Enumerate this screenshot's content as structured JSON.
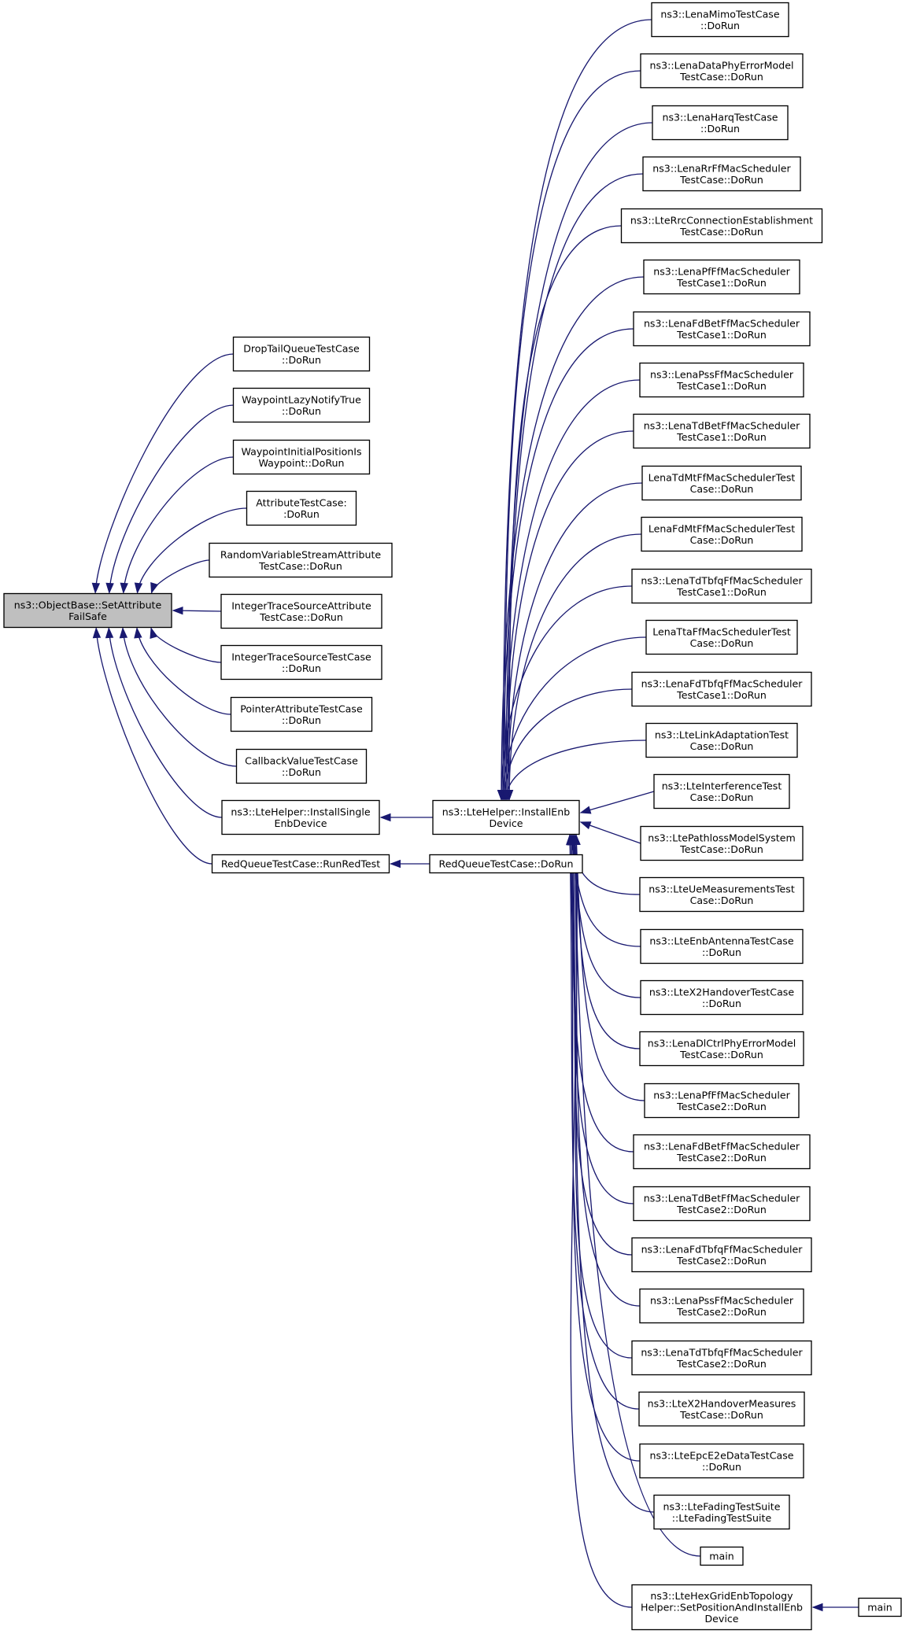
{
  "graph": {
    "nodes": [
      {
        "id": "root",
        "lines": [
          "ns3::ObjectBase::SetAttribute",
          "FailSafe"
        ],
        "highlight": true
      },
      {
        "id": "droptail",
        "lines": [
          "DropTailQueueTestCase",
          "::DoRun"
        ]
      },
      {
        "id": "waypointlazy",
        "lines": [
          "WaypointLazyNotifyTrue",
          "::DoRun"
        ]
      },
      {
        "id": "waypointinit",
        "lines": [
          "WaypointInitialPositionIs",
          "Waypoint::DoRun"
        ]
      },
      {
        "id": "attributetc",
        "lines": [
          "AttributeTestCase:",
          ":DoRun"
        ]
      },
      {
        "id": "randomvar",
        "lines": [
          "RandomVariableStreamAttribute",
          "TestCase::DoRun"
        ]
      },
      {
        "id": "inttraceattr",
        "lines": [
          "IntegerTraceSourceAttribute",
          "TestCase::DoRun"
        ]
      },
      {
        "id": "inttrace",
        "lines": [
          "IntegerTraceSourceTestCase",
          "::DoRun"
        ]
      },
      {
        "id": "pointerattr",
        "lines": [
          "PointerAttributeTestCase",
          "::DoRun"
        ]
      },
      {
        "id": "callbackvalue",
        "lines": [
          "CallbackValueTestCase",
          "::DoRun"
        ]
      },
      {
        "id": "installsingle",
        "lines": [
          "ns3::LteHelper::InstallSingle",
          "EnbDevice"
        ]
      },
      {
        "id": "runred",
        "lines": [
          "RedQueueTestCase::RunRedTest"
        ]
      },
      {
        "id": "installenb",
        "lines": [
          "ns3::LteHelper::InstallEnb",
          "Device"
        ]
      },
      {
        "id": "reddorun",
        "lines": [
          "RedQueueTestCase::DoRun"
        ]
      },
      {
        "id": "c1",
        "lines": [
          "ns3::LenaMimoTestCase",
          "::DoRun"
        ]
      },
      {
        "id": "c2",
        "lines": [
          "ns3::LenaDataPhyErrorModel",
          "TestCase::DoRun"
        ]
      },
      {
        "id": "c3",
        "lines": [
          "ns3::LenaHarqTestCase",
          "::DoRun"
        ]
      },
      {
        "id": "c4",
        "lines": [
          "ns3::LenaRrFfMacScheduler",
          "TestCase::DoRun"
        ]
      },
      {
        "id": "c5",
        "lines": [
          "ns3::LteRrcConnectionEstablishment",
          "TestCase::DoRun"
        ]
      },
      {
        "id": "c6",
        "lines": [
          "ns3::LenaPfFfMacScheduler",
          "TestCase1::DoRun"
        ]
      },
      {
        "id": "c7",
        "lines": [
          "ns3::LenaFdBetFfMacScheduler",
          "TestCase1::DoRun"
        ]
      },
      {
        "id": "c8",
        "lines": [
          "ns3::LenaPssFfMacScheduler",
          "TestCase1::DoRun"
        ]
      },
      {
        "id": "c9",
        "lines": [
          "ns3::LenaTdBetFfMacScheduler",
          "TestCase1::DoRun"
        ]
      },
      {
        "id": "c10",
        "lines": [
          "LenaTdMtFfMacSchedulerTest",
          "Case::DoRun"
        ]
      },
      {
        "id": "c11",
        "lines": [
          "LenaFdMtFfMacSchedulerTest",
          "Case::DoRun"
        ]
      },
      {
        "id": "c12",
        "lines": [
          "ns3::LenaTdTbfqFfMacScheduler",
          "TestCase1::DoRun"
        ]
      },
      {
        "id": "c13",
        "lines": [
          "LenaTtaFfMacSchedulerTest",
          "Case::DoRun"
        ]
      },
      {
        "id": "c14",
        "lines": [
          "ns3::LenaFdTbfqFfMacScheduler",
          "TestCase1::DoRun"
        ]
      },
      {
        "id": "c15",
        "lines": [
          "ns3::LteLinkAdaptationTest",
          "Case::DoRun"
        ]
      },
      {
        "id": "c16",
        "lines": [
          "ns3::LteInterferenceTest",
          "Case::DoRun"
        ]
      },
      {
        "id": "c17",
        "lines": [
          "ns3::LtePathlossModelSystem",
          "TestCase::DoRun"
        ]
      },
      {
        "id": "c18",
        "lines": [
          "ns3::LteUeMeasurementsTest",
          "Case::DoRun"
        ]
      },
      {
        "id": "c19",
        "lines": [
          "ns3::LteEnbAntennaTestCase",
          "::DoRun"
        ]
      },
      {
        "id": "c20",
        "lines": [
          "ns3::LteX2HandoverTestCase",
          "::DoRun"
        ]
      },
      {
        "id": "c21",
        "lines": [
          "ns3::LenaDlCtrlPhyErrorModel",
          "TestCase::DoRun"
        ]
      },
      {
        "id": "c22",
        "lines": [
          "ns3::LenaPfFfMacScheduler",
          "TestCase2::DoRun"
        ]
      },
      {
        "id": "c23",
        "lines": [
          "ns3::LenaFdBetFfMacScheduler",
          "TestCase2::DoRun"
        ]
      },
      {
        "id": "c24",
        "lines": [
          "ns3::LenaTdBetFfMacScheduler",
          "TestCase2::DoRun"
        ]
      },
      {
        "id": "c25",
        "lines": [
          "ns3::LenaFdTbfqFfMacScheduler",
          "TestCase2::DoRun"
        ]
      },
      {
        "id": "c26",
        "lines": [
          "ns3::LenaPssFfMacScheduler",
          "TestCase2::DoRun"
        ]
      },
      {
        "id": "c27",
        "lines": [
          "ns3::LenaTdTbfqFfMacScheduler",
          "TestCase2::DoRun"
        ]
      },
      {
        "id": "c28",
        "lines": [
          "ns3::LteX2HandoverMeasures",
          "TestCase::DoRun"
        ]
      },
      {
        "id": "c29",
        "lines": [
          "ns3::LteEpcE2eDataTestCase",
          "::DoRun"
        ]
      },
      {
        "id": "c30",
        "lines": [
          "ns3::LteFadingTestSuite",
          "::LteFadingTestSuite"
        ]
      },
      {
        "id": "main1",
        "lines": [
          "main"
        ]
      },
      {
        "id": "hexgrid",
        "lines": [
          "ns3::LteHexGridEnbTopology",
          "Helper::SetPositionAndInstallEnb",
          "Device"
        ]
      },
      {
        "id": "main2",
        "lines": [
          "main"
        ]
      }
    ],
    "edges": [
      [
        "droptail",
        "root"
      ],
      [
        "waypointlazy",
        "root"
      ],
      [
        "waypointinit",
        "root"
      ],
      [
        "attributetc",
        "root"
      ],
      [
        "randomvar",
        "root"
      ],
      [
        "inttraceattr",
        "root"
      ],
      [
        "inttrace",
        "root"
      ],
      [
        "pointerattr",
        "root"
      ],
      [
        "callbackvalue",
        "root"
      ],
      [
        "installsingle",
        "root"
      ],
      [
        "runred",
        "root"
      ],
      [
        "installenb",
        "installsingle"
      ],
      [
        "reddorun",
        "runred"
      ],
      [
        "c1",
        "installenb"
      ],
      [
        "c2",
        "installenb"
      ],
      [
        "c3",
        "installenb"
      ],
      [
        "c4",
        "installenb"
      ],
      [
        "c5",
        "installenb"
      ],
      [
        "c6",
        "installenb"
      ],
      [
        "c7",
        "installenb"
      ],
      [
        "c8",
        "installenb"
      ],
      [
        "c9",
        "installenb"
      ],
      [
        "c10",
        "installenb"
      ],
      [
        "c11",
        "installenb"
      ],
      [
        "c12",
        "installenb"
      ],
      [
        "c13",
        "installenb"
      ],
      [
        "c14",
        "installenb"
      ],
      [
        "c15",
        "installenb"
      ],
      [
        "c16",
        "installenb"
      ],
      [
        "c17",
        "installenb"
      ],
      [
        "c18",
        "installenb"
      ],
      [
        "c19",
        "installenb"
      ],
      [
        "c20",
        "installenb"
      ],
      [
        "c21",
        "installenb"
      ],
      [
        "c22",
        "installenb"
      ],
      [
        "c23",
        "installenb"
      ],
      [
        "c24",
        "installenb"
      ],
      [
        "c25",
        "installenb"
      ],
      [
        "c26",
        "installenb"
      ],
      [
        "c27",
        "installenb"
      ],
      [
        "c28",
        "installenb"
      ],
      [
        "c29",
        "installenb"
      ],
      [
        "c30",
        "installenb"
      ],
      [
        "main1",
        "installenb"
      ],
      [
        "hexgrid",
        "installenb"
      ],
      [
        "main2",
        "hexgrid"
      ]
    ]
  }
}
